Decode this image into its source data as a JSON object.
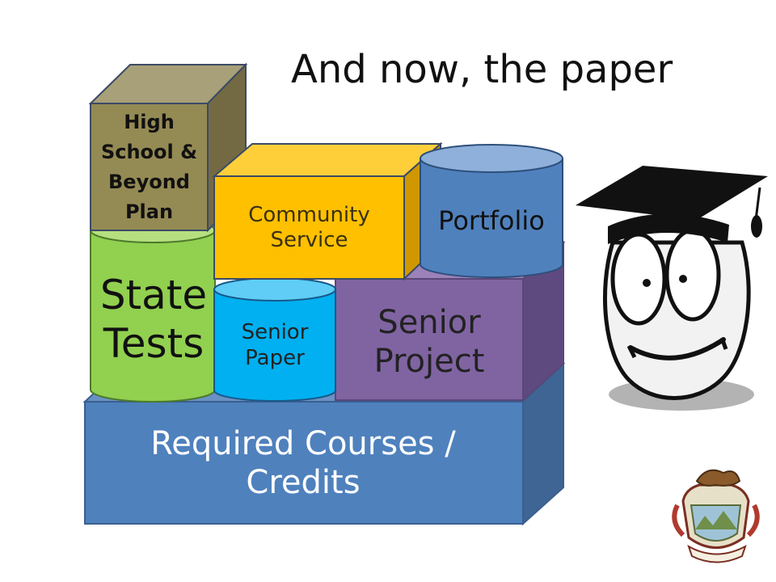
{
  "slide": {
    "title": "And now, the paper"
  },
  "blocks": {
    "required_courses": "Required Courses / Credits",
    "state_tests": "State Tests",
    "senior_paper": "Senior Paper",
    "senior_project": "Senior Project",
    "community_service": "Community Service",
    "portfolio": "Portfolio",
    "hs_beyond_plan": "High School & Beyond Plan"
  },
  "colors": {
    "courses": "#4f81bd",
    "state_tests": "#92d050",
    "senior_paper": "#00b0f0",
    "senior_project": "#8064a2",
    "community_service": "#ffc000",
    "portfolio": "#4f81bd",
    "hs_plan": "#948a54"
  },
  "icons": [
    "graduate-face-icon",
    "school-crest-icon"
  ]
}
